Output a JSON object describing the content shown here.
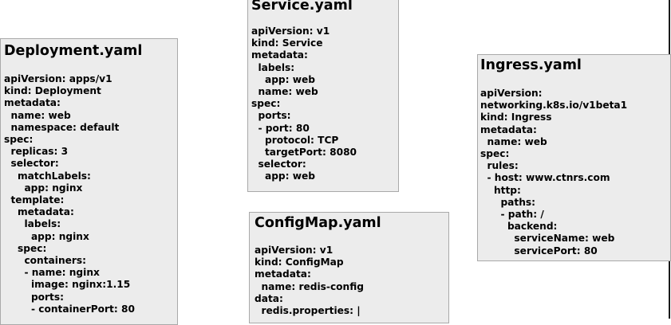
{
  "cards": {
    "deployment": {
      "title": "Deployment.yaml",
      "lines": [
        "apiVersion: apps/v1",
        "kind: Deployment",
        "metadata:",
        "  name: web",
        "  namespace: default",
        "spec:",
        "  replicas: 3",
        "  selector:",
        "    matchLabels:",
        "      app: nginx",
        "  template:",
        "    metadata:",
        "      labels:",
        "        app: nginx",
        "    spec:",
        "      containers:",
        "      - name: nginx",
        "        image: nginx:1.15",
        "        ports:",
        "        - containerPort: 80"
      ]
    },
    "service": {
      "title": "Service.yaml",
      "lines": [
        "apiVersion: v1",
        "kind: Service",
        "metadata:",
        "  labels:",
        "    app: web",
        "  name: web",
        "spec:",
        "  ports:",
        "  - port: 80",
        "    protocol: TCP",
        "    targetPort: 8080",
        "  selector:",
        "    app: web"
      ]
    },
    "ingress": {
      "title": "Ingress.yaml",
      "lines": [
        "apiVersion:",
        "networking.k8s.io/v1beta1",
        "kind: Ingress",
        "metadata:",
        "  name: web",
        "spec:",
        "  rules:",
        "  - host: www.ctnrs.com",
        "    http:",
        "      paths:",
        "      - path: /",
        "        backend:",
        "          serviceName: web",
        "          servicePort: 80"
      ]
    },
    "configmap": {
      "title": "ConfigMap.yaml",
      "lines": [
        "apiVersion: v1",
        "kind: ConfigMap",
        "metadata:",
        "  name: redis-config",
        "data:",
        "  redis.properties: |"
      ]
    }
  }
}
